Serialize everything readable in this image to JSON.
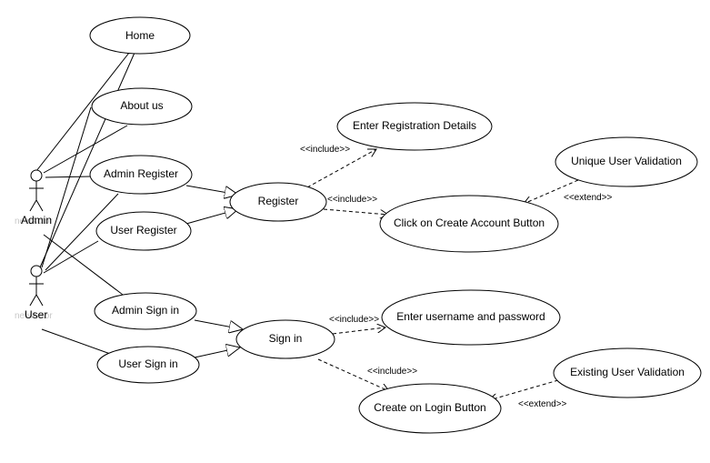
{
  "diagram": {
    "actors": {
      "admin": "Admin",
      "user": "User",
      "admin_ghost": "newActor",
      "user_ghost": "newActor"
    },
    "use_cases": {
      "home": "Home",
      "about_us": "About us",
      "admin_register": "Admin Register",
      "user_register": "User Register",
      "admin_sign_in": "Admin Sign in",
      "user_sign_in": "User Sign in",
      "register": "Register",
      "sign_in": "Sign in",
      "enter_registration_details": "Enter Registration Details",
      "click_create_account": "Click on Create Account Button",
      "unique_user_validation": "Unique User Validation",
      "enter_username_password": "Enter username and password",
      "create_login_button": "Create on Login Button",
      "existing_user_validation": "Existing User Validation"
    },
    "relations": {
      "include_1": "<<include>>",
      "include_2": "<<include>>",
      "include_3": "<<include>>",
      "include_4": "<<include>>",
      "extend_1": "<<extend>>",
      "extend_2": "<<extend>>"
    }
  }
}
